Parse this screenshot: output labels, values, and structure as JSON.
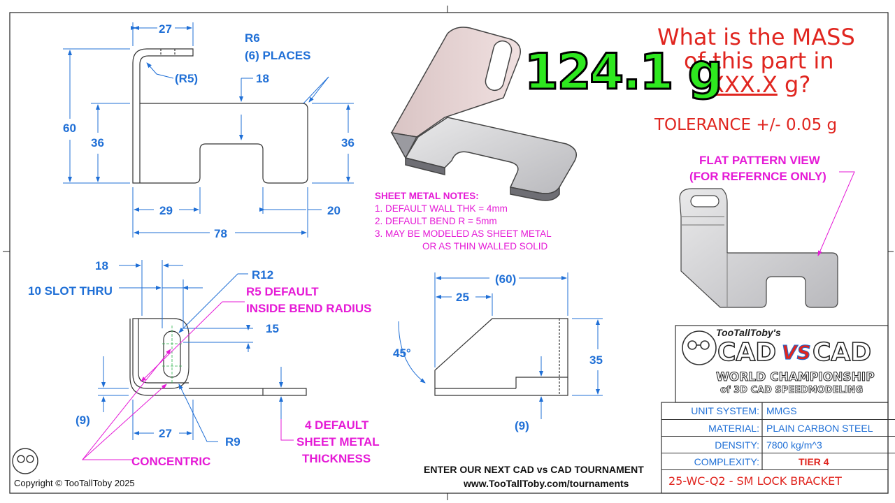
{
  "question": {
    "line1": "What is the MASS",
    "line2": "of this part in",
    "line3_fmt": "XXX.X",
    "line3_unit": "g?",
    "tolerance": "TOLERANCE +/- 0.05 g"
  },
  "answer": "124.1 g",
  "front_view": {
    "dim_27_top": "27",
    "dim_r5": "(R5)",
    "note_r6": "R6",
    "note_places": "(6) PLACES",
    "dim_18": "18",
    "dim_60": "60",
    "dim_36_left": "36",
    "dim_36_right": "36",
    "dim_29": "29",
    "dim_20": "20",
    "dim_78": "78"
  },
  "side_view": {
    "dim_18": "18",
    "slot_note": "10 SLOT THRU",
    "dim_r12": "R12",
    "bend_note_1": "R5 DEFAULT",
    "bend_note_2": "INSIDE BEND RADIUS",
    "dim_15": "15",
    "dim_9": "(9)",
    "dim_27": "27",
    "dim_r9": "R9",
    "thk_note_1": "4 DEFAULT",
    "thk_note_2": "SHEET METAL",
    "thk_note_3": "THICKNESS",
    "concentric": "CONCENTRIC"
  },
  "top_view": {
    "dim_60": "(60)",
    "dim_25": "25",
    "dim_45": "45°",
    "dim_35": "35",
    "dim_9": "(9)"
  },
  "notes": {
    "title": "SHEET METAL NOTES:",
    "items": [
      "1.    DEFAULT WALL THK = 4mm",
      "2.    DEFAULT BEND R = 5mm",
      "3.    MAY BE MODELED AS SHEET METAL"
    ],
    "item3_cont": "OR AS THIN WALLED SOLID"
  },
  "flat_pattern": {
    "line1": "FLAT PATTERN VIEW",
    "line2": "(FOR REFERNCE ONLY)"
  },
  "logo": {
    "top": "TooTallToby's",
    "cad_left": "CAD",
    "vs": "VS",
    "cad_right": "CAD",
    "line2": "WORLD CHAMPIONSHIP",
    "line3": "of 3D CAD SPEEDMODELING"
  },
  "title_block": [
    {
      "label": "UNIT SYSTEM:",
      "value": "MMGS"
    },
    {
      "label": "MATERIAL:",
      "value": "PLAIN CARBON STEEL"
    },
    {
      "label": "DENSITY:",
      "value": "7800 kg/m^3"
    },
    {
      "label": "COMPLEXITY:",
      "value": "TIER 4"
    }
  ],
  "part_code": "25-WC-Q2 - SM LOCK BRACKET",
  "footer": {
    "line1": "ENTER OUR NEXT CAD vs CAD TOURNAMENT",
    "line2": "www.TooTallToby.com/tournaments",
    "copyright": "Copyright © TooTallToby 2025"
  },
  "colors": {
    "dimension_blue": "#1f6fd6",
    "note_magenta": "#e51ad6",
    "question_red": "#e0251f",
    "answer_green": "#2ee81f"
  }
}
